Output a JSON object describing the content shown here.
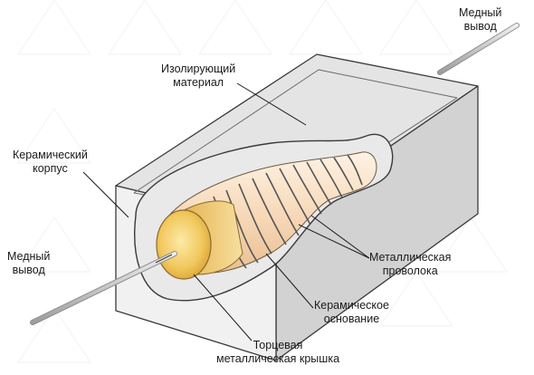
{
  "labels": {
    "copper_lead_top": [
      "Медный",
      "вывод"
    ],
    "insulating_material": [
      "Изолирующий",
      "материал"
    ],
    "ceramic_housing": [
      "Керамический",
      "корпус"
    ],
    "copper_lead_bottom": [
      "Медный",
      "вывод"
    ],
    "metal_wire": [
      "Металлическая",
      "проволока"
    ],
    "ceramic_base": [
      "Керамическое",
      "основание"
    ],
    "end_cap": [
      "Торцевая",
      "металлическая крышка"
    ]
  },
  "colors": {
    "housing_front": "#f1f1f1",
    "housing_top": "#e4e4e4",
    "housing_side": "#d2d2d2",
    "insulation": "#e9e9e9",
    "core": "#f6dcc0",
    "cap": "#e8b94c",
    "wire": "#555555",
    "lead": "#cfcfcf"
  }
}
